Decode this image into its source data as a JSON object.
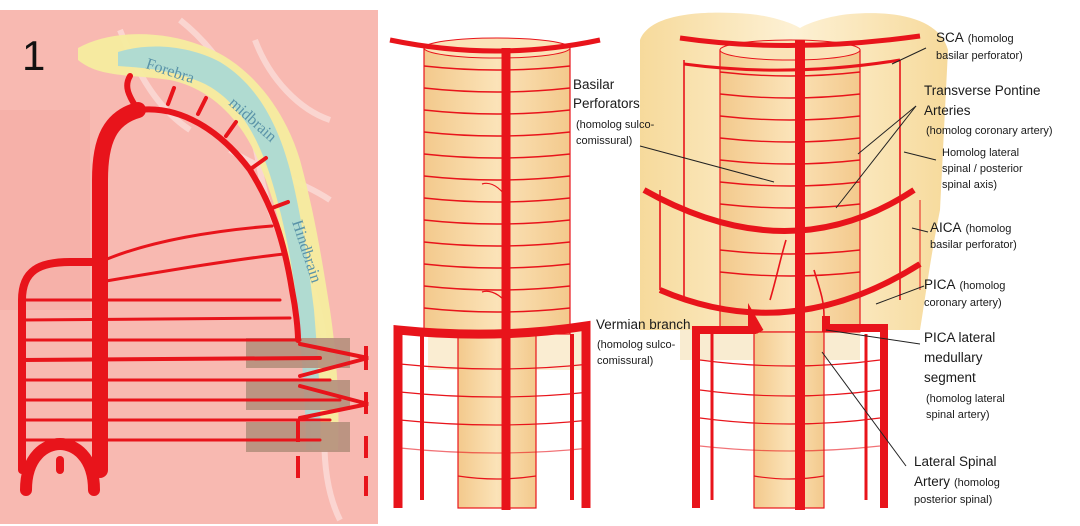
{
  "panel_left": {
    "number": "1",
    "embryo_labels": {
      "forebrain": "Forebra",
      "midbrain": "midbrain",
      "hindbrain": "Hindbrain"
    }
  },
  "labels": {
    "basilar_perforators": {
      "title": [
        "Basilar",
        "Perforators"
      ],
      "note": [
        "(homolog sulco-",
        "comissural)"
      ]
    },
    "vermian_branch": {
      "title": [
        "Vermian branch"
      ],
      "note": [
        "(homolog sulco-",
        "comissural)"
      ]
    },
    "sca": {
      "title": [
        "SCA"
      ],
      "note_inline": "(homolog",
      "note": [
        "basilar perforator)"
      ]
    },
    "transverse_pontine": {
      "title": [
        "Transverse Pontine",
        "Arteries"
      ],
      "note": [
        "(homolog coronary artery)"
      ]
    },
    "lateral_spinal_axis": {
      "note": [
        "Homolog lateral",
        "spinal / posterior",
        "spinal axis)"
      ]
    },
    "aica": {
      "title": [
        "AICA"
      ],
      "note_inline": "(homolog",
      "note": [
        "basilar perforator)"
      ]
    },
    "pica": {
      "title": [
        "PICA"
      ],
      "note_inline": "(homolog",
      "note": [
        "coronary artery)"
      ]
    },
    "pica_lateral": {
      "title": [
        "PICA lateral",
        "medullary",
        "segment"
      ],
      "note": [
        "(homolog lateral",
        "spinal artery)"
      ]
    },
    "lateral_spinal": {
      "title": [
        "Lateral Spinal",
        "Artery"
      ],
      "note_inline": "(homolog",
      "note": [
        "posterior spinal)"
      ]
    }
  },
  "colors": {
    "artery": "#e8141b",
    "cylinder": "#f8d9a4",
    "halo": "#fbe6b5",
    "panel_bg": "#f7b7b0",
    "embryo_yellow": "#f5eca0",
    "embryo_blue": "#a7d8d8",
    "block": "#b38e7c"
  }
}
